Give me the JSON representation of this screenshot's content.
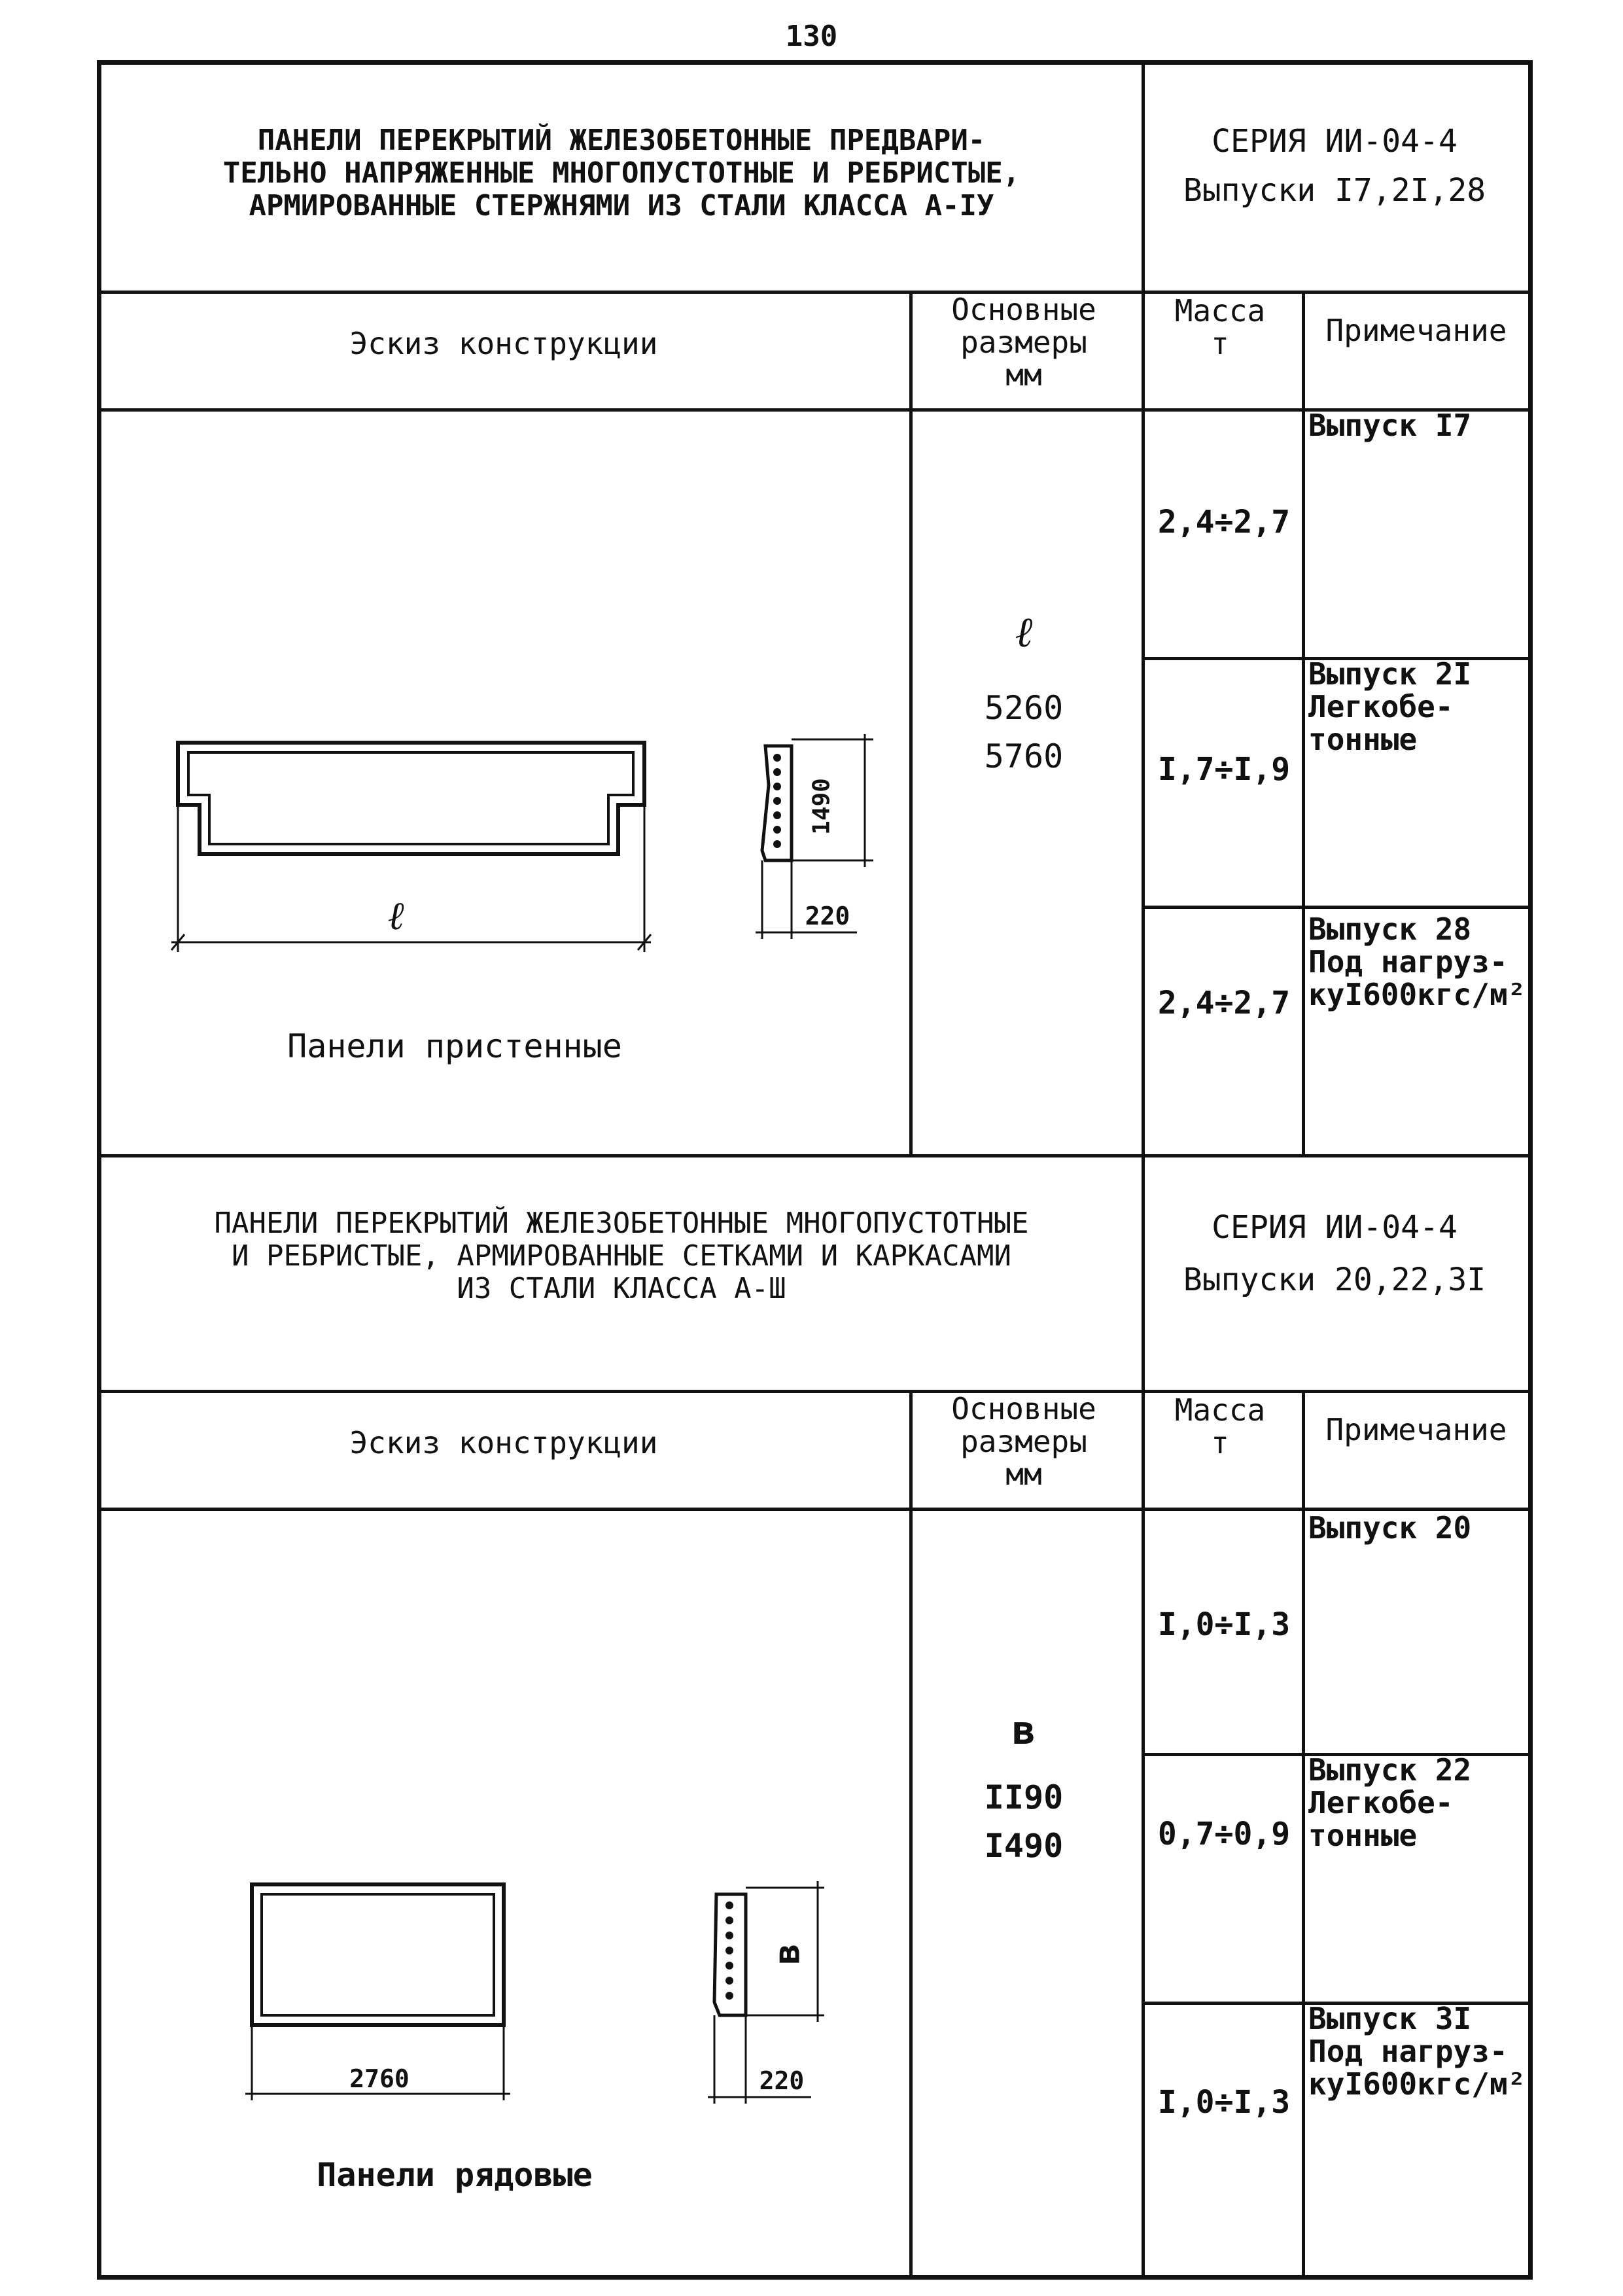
{
  "page_number": "130",
  "sections": [
    {
      "title": "ПАНЕЛИ ПЕРЕКРЫТИЙ ЖЕЛЕЗОБЕТОННЫЕ ПРЕДВАРИ-\nТЕЛЬНО НАПРЯЖЕННЫЕ МНОГОПУСТОТНЫЕ  И РЕБРИСТЫЕ,\nАРМИРОВАННЫЕ СТЕРЖНЯМИ ИЗ СТАЛИ КЛАССА А-IУ",
      "series": "СЕРИЯ  ИИ-04-4",
      "issues": "Выпуски I7,2I,28",
      "headers": {
        "sketch": "Эскиз    конструкции",
        "dims": "Основные\nразмеры\nмм",
        "mass": "Масса\nт",
        "note": "Примечание"
      },
      "sketch_caption": "Панели  пристенные",
      "dim_labels": {
        "length": "ℓ",
        "height": "1490",
        "thickness": "220"
      },
      "dims": {
        "symbol": "ℓ",
        "values": "5260\n5760"
      },
      "rows": [
        {
          "mass": "2,4÷2,7",
          "note": "Выпуск I7"
        },
        {
          "mass": "I,7÷I,9",
          "note": "Выпуск 2I\nЛегкобе-\nтонные"
        },
        {
          "mass": "2,4÷2,7",
          "note": "Выпуск 28\nПод нагруз-\nкуI600кгс/м²"
        }
      ]
    },
    {
      "title": "ПАНЕЛИ ПЕРЕКРЫТИЙ ЖЕЛЕЗОБЕТОННЫЕ МНОГОПУСТОТНЫЕ\nИ РЕБРИСТЫЕ, АРМИРОВАННЫЕ  СЕТКАМИ И КАРКАСАМИ\nИЗ СТАЛИ КЛАССА А-Ш",
      "series": "СЕРИЯ  ИИ-04-4",
      "issues": "Выпуски 20,22,3I",
      "headers": {
        "sketch": "Эскиз    конструкции",
        "dims": "Основные\nразмеры\nмм",
        "mass": "Масса\nт",
        "note": "Примечание"
      },
      "sketch_caption": "Панели  рядовые",
      "dim_labels": {
        "length": "2760",
        "height": "в",
        "thickness": "220"
      },
      "dims": {
        "symbol": "в",
        "values": "II90\nI490"
      },
      "rows": [
        {
          "mass": "I,0÷I,3",
          "note": "Выпуск 20"
        },
        {
          "mass": "0,7÷0,9",
          "note": "Выпуск 22\nЛегкобе-\nтонные"
        },
        {
          "mass": "I,0÷I,3",
          "note": "Выпуск 3I\nПод нагруз-\nкуI600кгс/м²"
        }
      ]
    }
  ]
}
